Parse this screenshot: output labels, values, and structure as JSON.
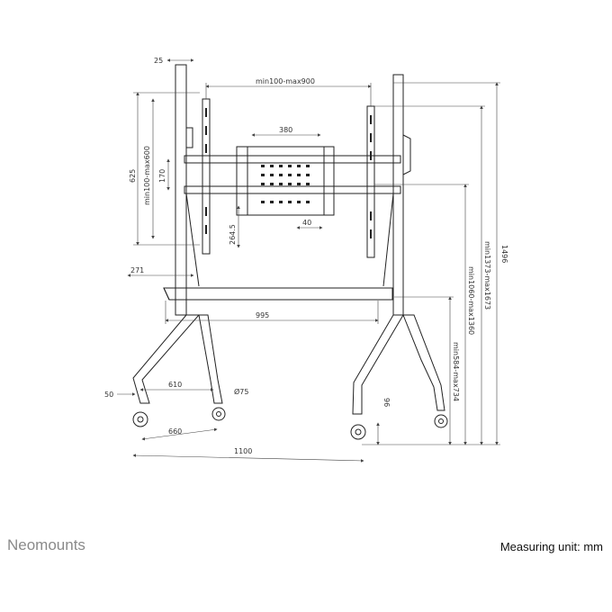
{
  "brand": "Neomounts",
  "unit_note": "Measuring unit: mm",
  "dimensions": {
    "pole_width": "25",
    "vesa_width": "min100-max900",
    "plate_width": "380",
    "height_625": "625",
    "vesa_height": "min100-max600",
    "height_170": "170",
    "offset_40": "40",
    "depth_264": "264.5",
    "shelf_depth": "271",
    "shelf_width": "995",
    "caster_offset": "50",
    "leg_span": "610",
    "caster_diameter": "Ø75",
    "base_inner": "660",
    "base_total": "1100",
    "total_height": "1496",
    "height_range_top": "min1373-max1673",
    "height_range_mid": "min1060-max1360",
    "height_range_low": "min584-max734",
    "caster_height": "96"
  },
  "colors": {
    "line": "#222222",
    "dim": "#444444",
    "brand": "#8a8a8a"
  }
}
